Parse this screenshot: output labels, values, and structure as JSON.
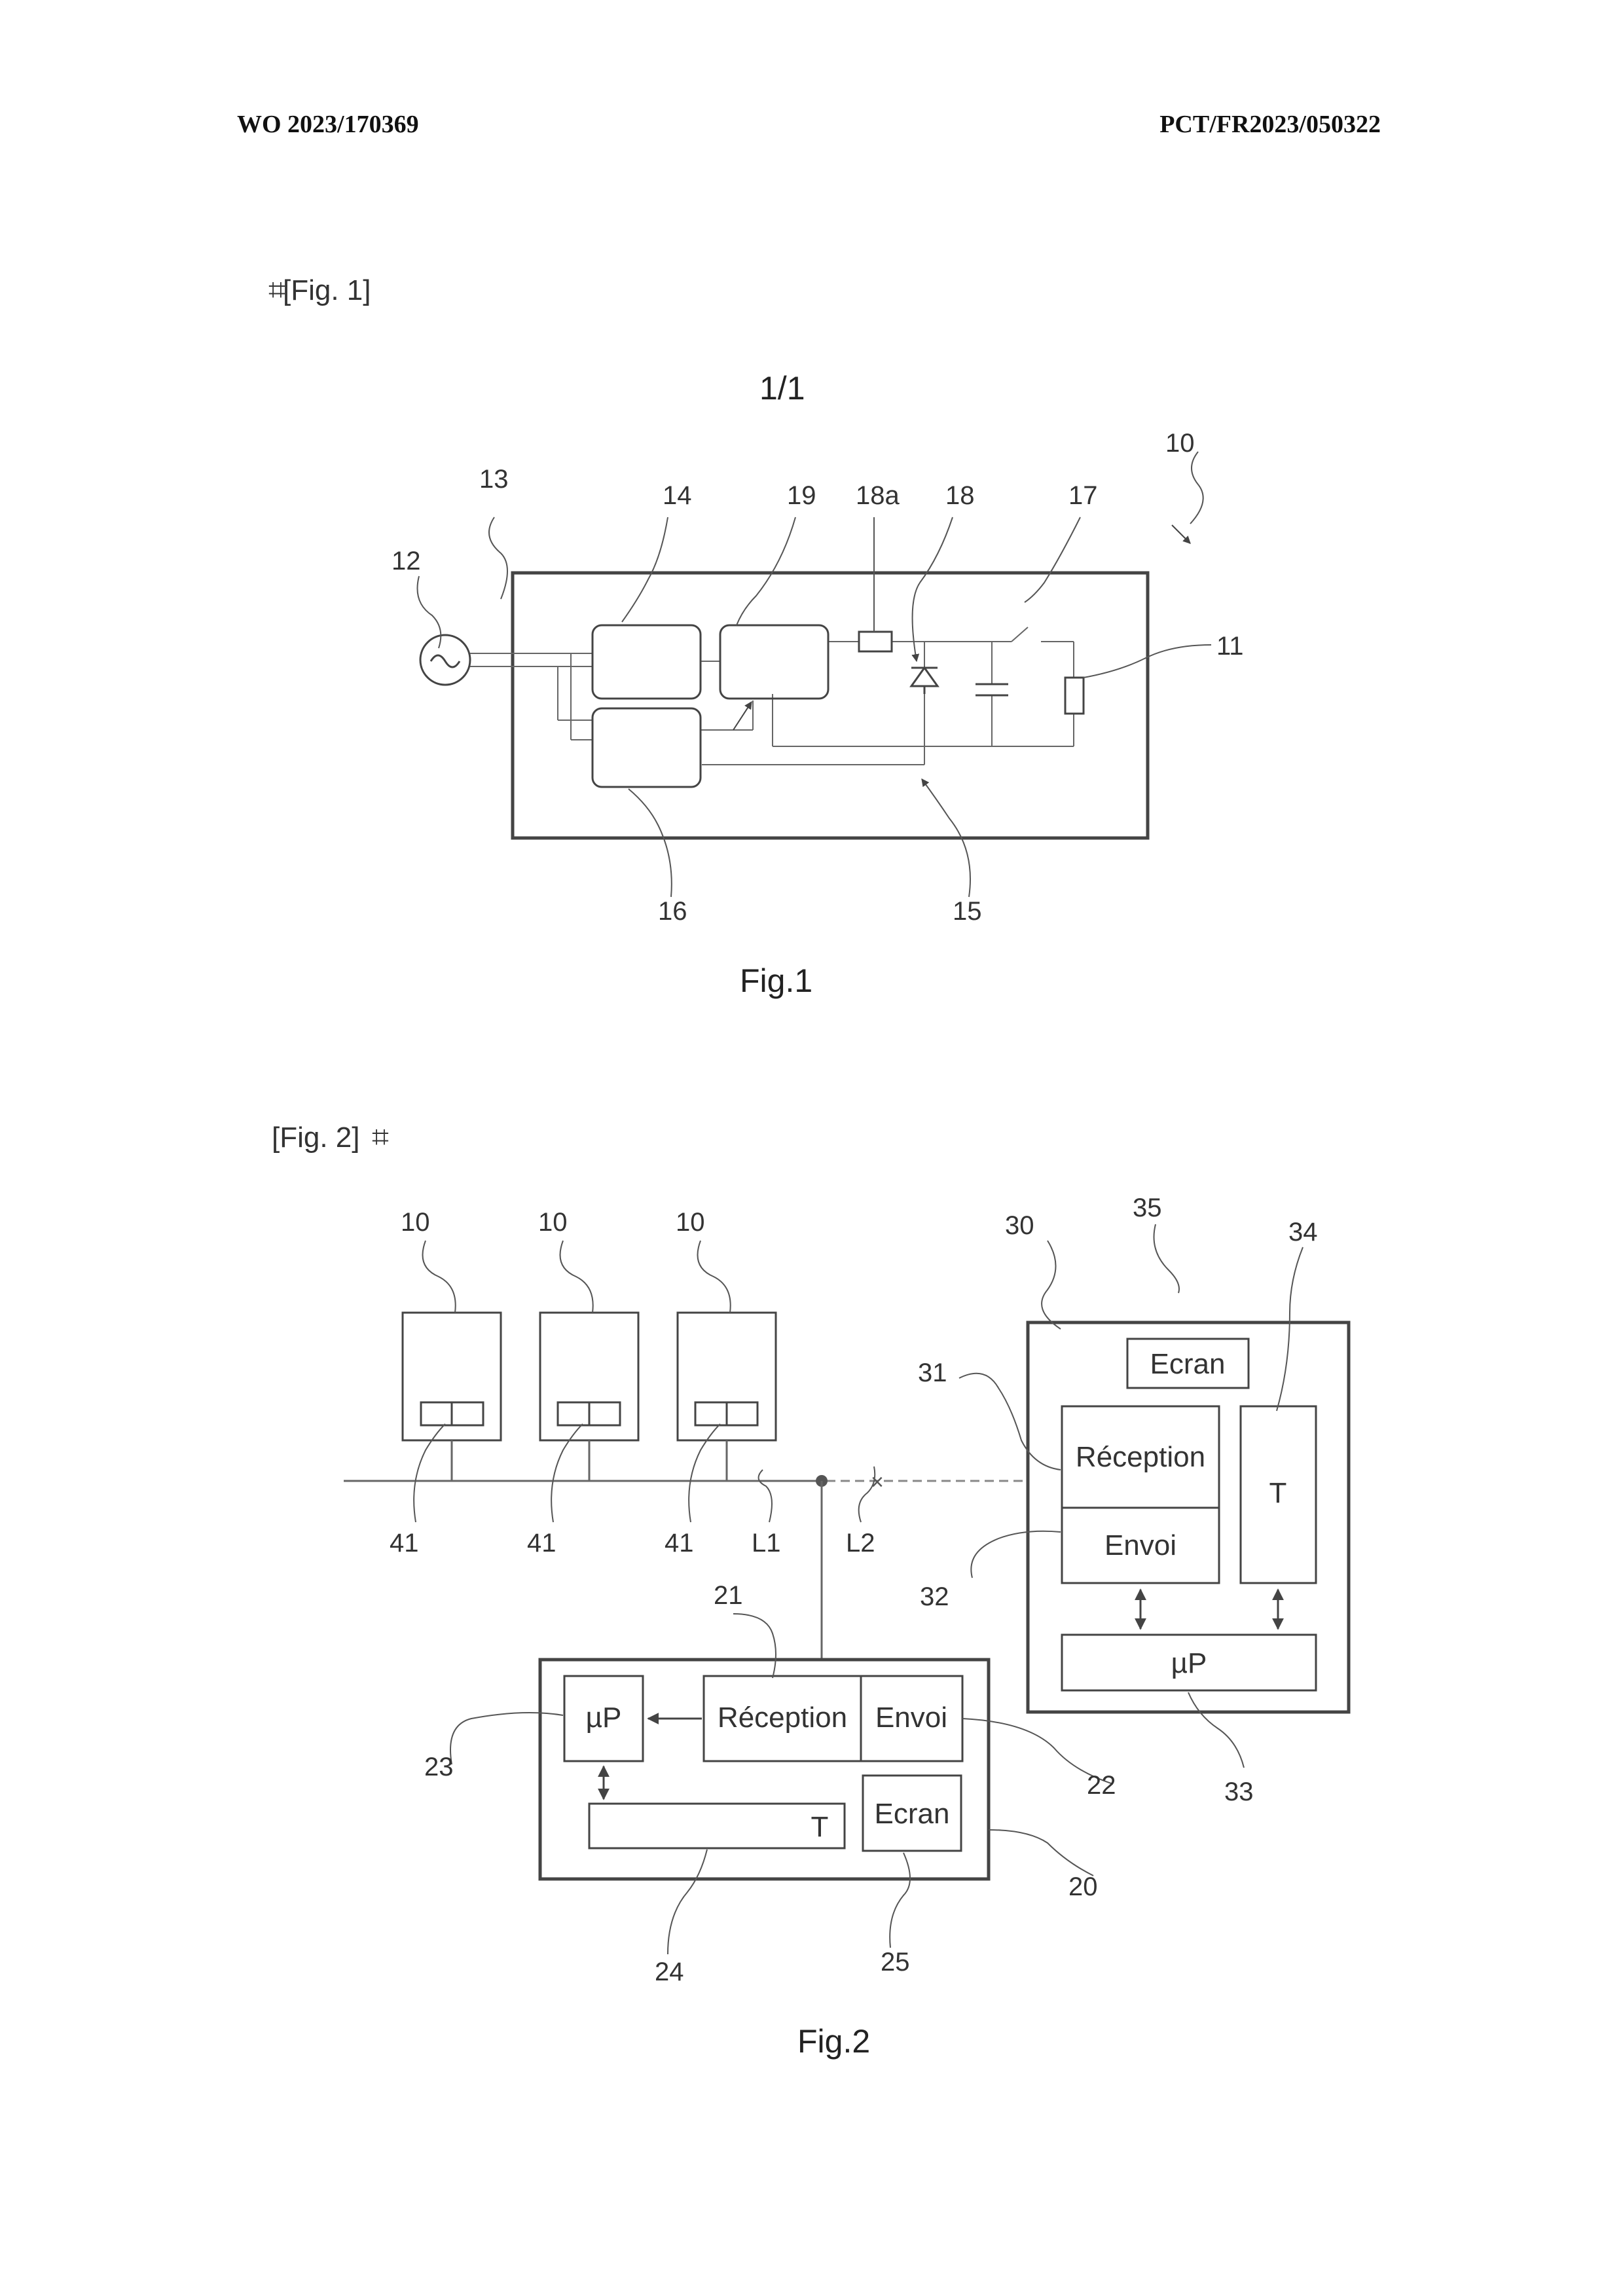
{
  "header": {
    "publication_number": "WO 2023/170369",
    "application_number": "PCT/FR2023/050322"
  },
  "sheet_number": "1/1",
  "fig1": {
    "tag": "[Fig. 1]",
    "caption": "Fig.1",
    "refs": {
      "r10": "10",
      "r11": "11",
      "r12": "12",
      "r13": "13",
      "r14": "14",
      "r15": "15",
      "r16": "16",
      "r17": "17",
      "r18": "18",
      "r18a": "18a",
      "r19": "19"
    }
  },
  "fig2": {
    "tag": "[Fig. 2]",
    "caption": "Fig.2",
    "appliance_ref": "10",
    "module_ref": "41",
    "line_refs": {
      "l1": "L1",
      "l2": "L2"
    },
    "unit_20": {
      "ref": "20",
      "reception": "Réception",
      "envoi": "Envoi",
      "processor": "µP",
      "timer": "T",
      "screen": "Ecran",
      "refs": {
        "r21": "21",
        "r22": "22",
        "r23": "23",
        "r24": "24",
        "r25": "25"
      }
    },
    "unit_30": {
      "ref": "30",
      "reception": "Réception",
      "envoi": "Envoi",
      "processor": "µP",
      "timer": "T",
      "screen": "Ecran",
      "refs": {
        "r31": "31",
        "r32": "32",
        "r33": "33",
        "r34": "34",
        "r35": "35"
      }
    }
  }
}
